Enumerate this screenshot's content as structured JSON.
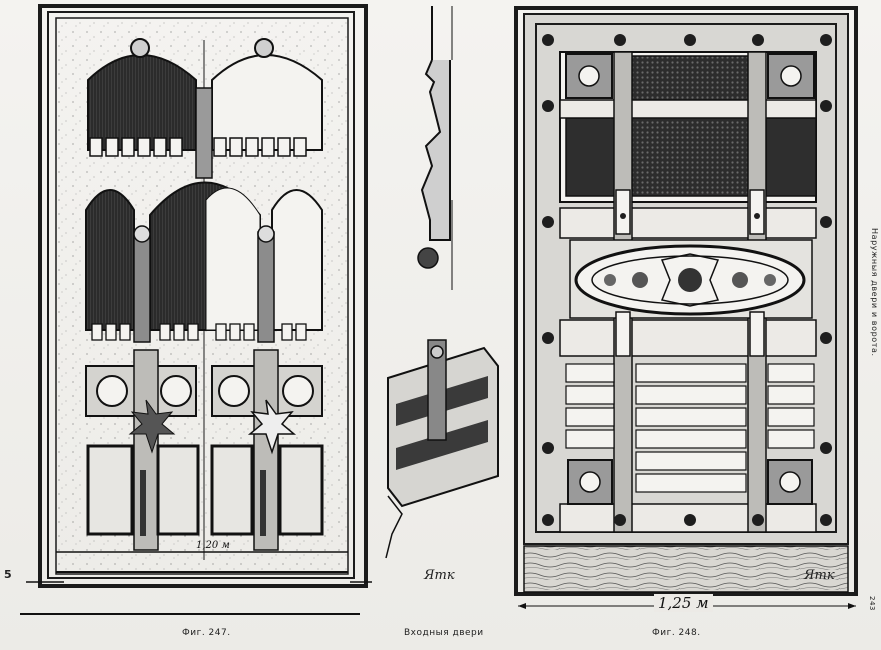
{
  "plate": {
    "caption_left": "Фиг. 247.",
    "caption_center": "Входныя двери",
    "caption_right": "Фиг. 248.",
    "dimension_left": "1,20 м",
    "dimension_right": "1,25 м",
    "signature_center": "Ятк",
    "signature_right": "Ятк",
    "side_text": "Наружныя двери и ворота.",
    "margin_mark_left": "5",
    "margin_mark_right": "243"
  },
  "colors": {
    "ink": "#1b1b1b",
    "paper": "#f2f1ee",
    "dark_panel": "#2a2a2a"
  }
}
